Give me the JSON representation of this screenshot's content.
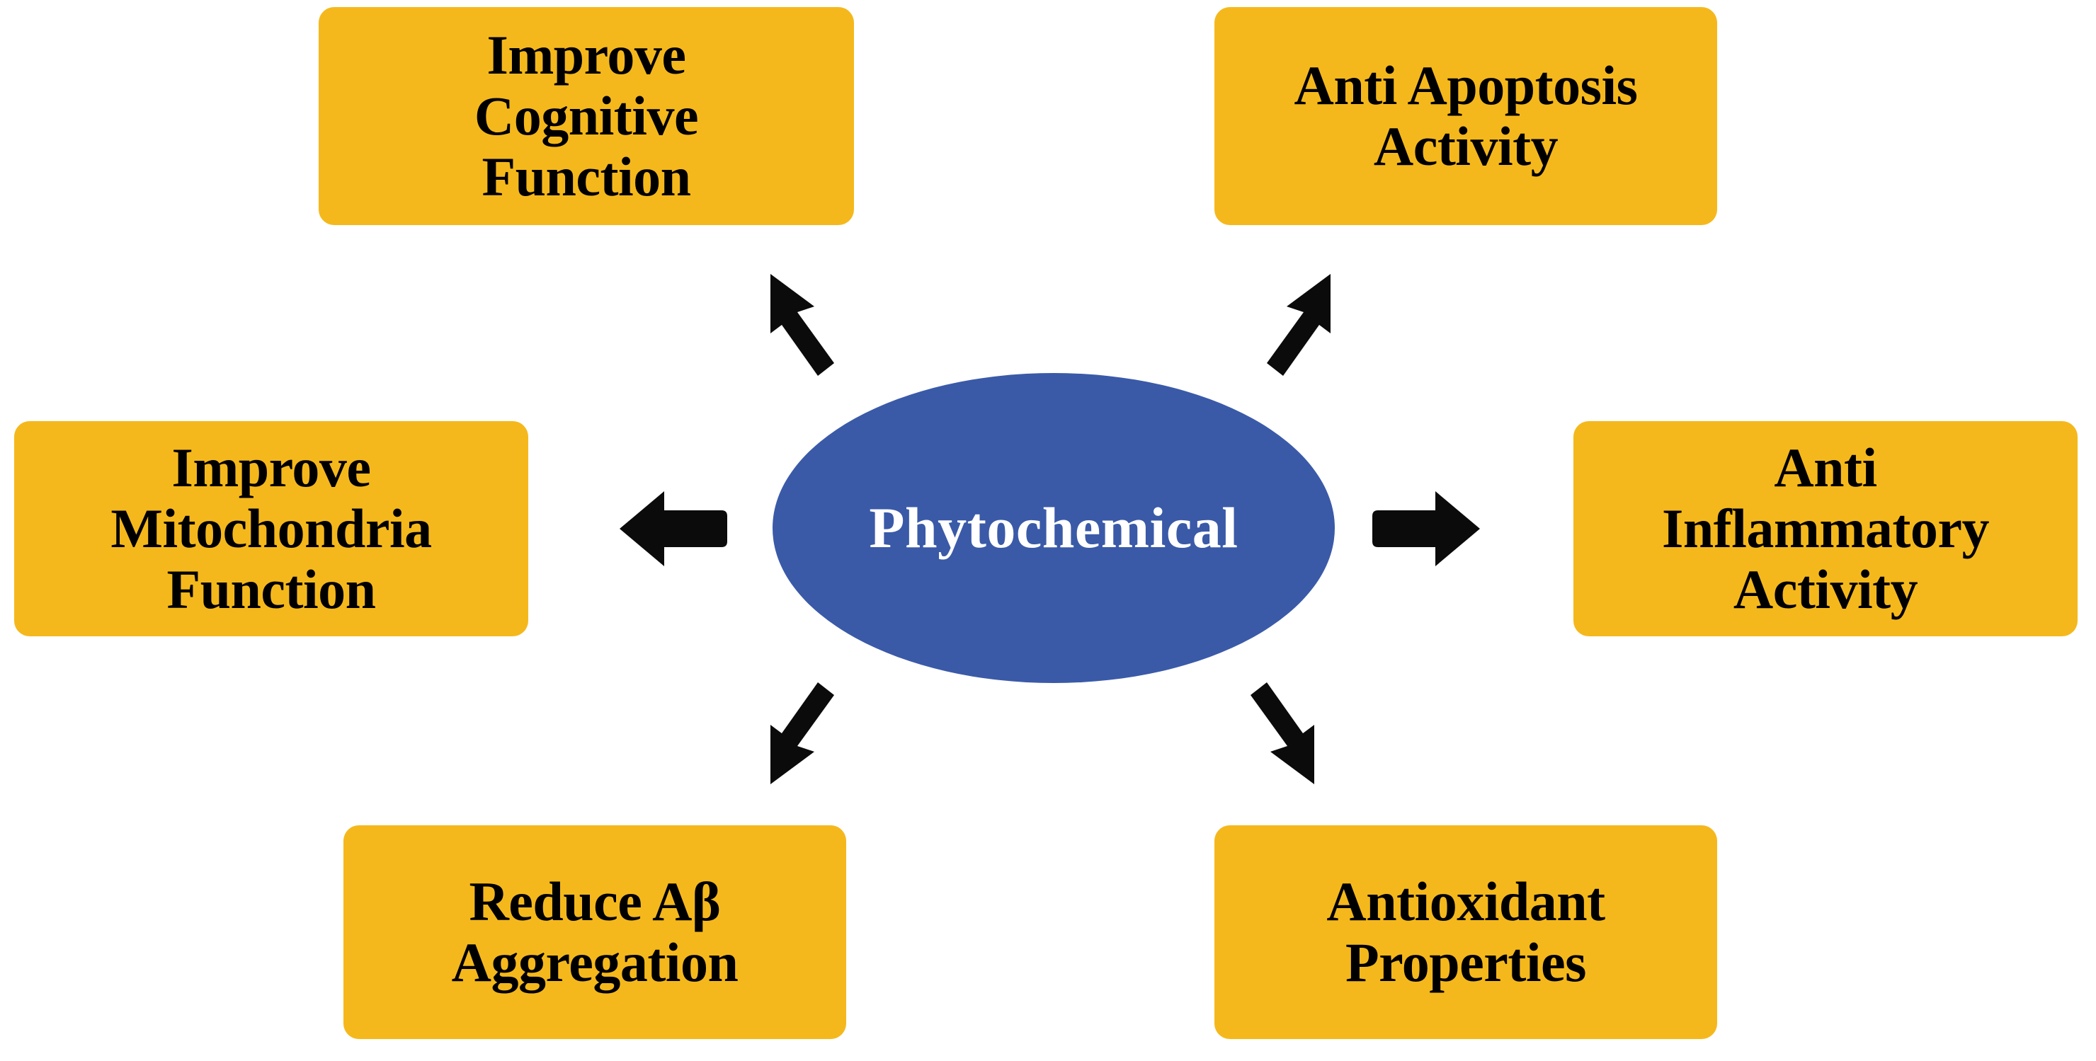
{
  "diagram": {
    "title": "Phytochemical Effects Radial Diagram",
    "background_color": "#FFFFFF",
    "center": {
      "label": "Phytochemical",
      "shape": "ellipse",
      "fill_color": "#3A5AA8",
      "text_color": "#FFFFFF"
    },
    "node_style": {
      "fill_color": "#F5B81C",
      "text_color": "#000000",
      "shape": "rounded-rectangle"
    },
    "arrow_color": "#0B0B0B",
    "nodes": [
      {
        "id": "improve-cognitive-function",
        "label": "Improve\nCognitive\nFunction",
        "position": "top-left",
        "arrow": "up-left"
      },
      {
        "id": "anti-apoptosis-activity",
        "label": "Anti Apoptosis\nActivity",
        "position": "top-right",
        "arrow": "up-right"
      },
      {
        "id": "improve-mitochondria-function",
        "label": "Improve\nMitochondria\nFunction",
        "position": "left",
        "arrow": "left"
      },
      {
        "id": "anti-inflammatory-activity",
        "label": "Anti\nInflammatory\nActivity",
        "position": "right",
        "arrow": "right"
      },
      {
        "id": "reduce-abeta-aggregation",
        "label": "Reduce Aβ\nAggregation",
        "position": "bottom-left",
        "arrow": "down-left"
      },
      {
        "id": "antioxidant-properties",
        "label": "Antioxidant\nProperties",
        "position": "bottom-right",
        "arrow": "down-right"
      }
    ],
    "arrows": [
      {
        "id": "up-left",
        "direction": "up-left",
        "from": "center",
        "to": "improve-cognitive-function"
      },
      {
        "id": "up-right",
        "direction": "up-right",
        "from": "center",
        "to": "anti-apoptosis-activity"
      },
      {
        "id": "left",
        "direction": "left",
        "from": "center",
        "to": "improve-mitochondria-function"
      },
      {
        "id": "right",
        "direction": "right",
        "from": "center",
        "to": "anti-inflammatory-activity"
      },
      {
        "id": "down-left",
        "direction": "down-left",
        "from": "center",
        "to": "reduce-abeta-aggregation"
      },
      {
        "id": "down-right",
        "direction": "down-right",
        "from": "center",
        "to": "antioxidant-properties"
      }
    ]
  }
}
